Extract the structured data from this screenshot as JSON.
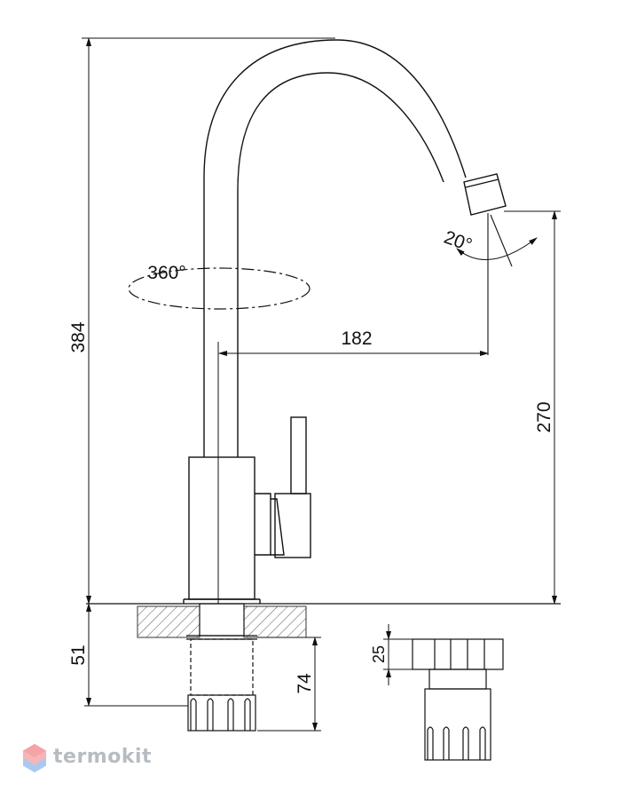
{
  "dimensions": {
    "total_height": "384",
    "spout_height": "270",
    "spout_reach": "182",
    "base_height": "51",
    "shank_length": "74",
    "nut_height": "25"
  },
  "angles": {
    "rotation": "360°",
    "aerator_tilt": "20°"
  },
  "brand": {
    "name": "termokit"
  }
}
